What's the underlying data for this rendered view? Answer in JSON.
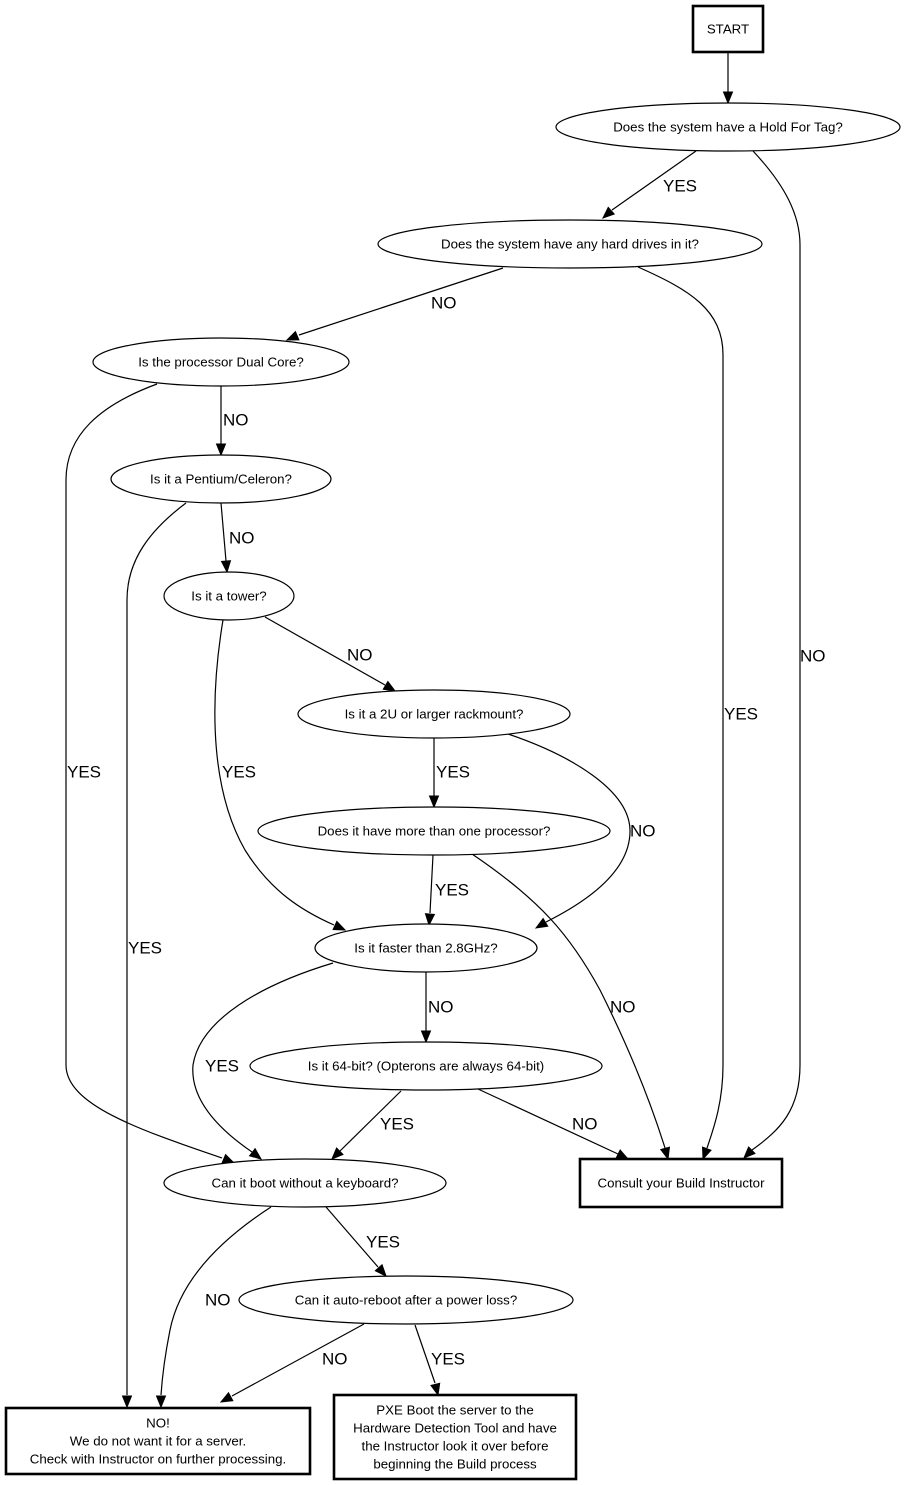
{
  "diagram": {
    "type": "flowchart",
    "nodes": [
      {
        "id": "start",
        "shape": "box",
        "lines": [
          "START"
        ]
      },
      {
        "id": "hold_for_tag",
        "shape": "ellipse",
        "lines": [
          "Does the system have a Hold For Tag?"
        ]
      },
      {
        "id": "hard_drives",
        "shape": "ellipse",
        "lines": [
          "Does the system have any hard drives in it?"
        ]
      },
      {
        "id": "dual_core",
        "shape": "ellipse",
        "lines": [
          "Is the processor Dual Core?"
        ]
      },
      {
        "id": "pentium",
        "shape": "ellipse",
        "lines": [
          "Is it a Pentium/Celeron?"
        ]
      },
      {
        "id": "tower",
        "shape": "ellipse",
        "lines": [
          "Is it a tower?"
        ]
      },
      {
        "id": "rackmount",
        "shape": "ellipse",
        "lines": [
          "Is it a 2U or larger rackmount?"
        ]
      },
      {
        "id": "multi_proc",
        "shape": "ellipse",
        "lines": [
          "Does it have more than one processor?"
        ]
      },
      {
        "id": "faster",
        "shape": "ellipse",
        "lines": [
          "Is it faster than 2.8GHz?"
        ]
      },
      {
        "id": "bit64",
        "shape": "ellipse",
        "lines": [
          "Is it 64-bit? (Opterons are always 64-bit)"
        ]
      },
      {
        "id": "keyboard",
        "shape": "ellipse",
        "lines": [
          "Can it boot without a keyboard?"
        ]
      },
      {
        "id": "consult",
        "shape": "box",
        "lines": [
          "Consult your Build Instructor"
        ]
      },
      {
        "id": "autoreboot",
        "shape": "ellipse",
        "lines": [
          "Can it auto-reboot after a power loss?"
        ]
      },
      {
        "id": "reject",
        "shape": "box",
        "lines": [
          "NO!",
          "We do not want it for a server.",
          "Check with Instructor on further processing."
        ]
      },
      {
        "id": "pxe",
        "shape": "box",
        "lines": [
          "PXE Boot the server to the",
          "Hardware Detection Tool and have",
          "the Instructor look it over before",
          "beginning the Build process"
        ]
      }
    ],
    "edges": [
      {
        "from": "start",
        "to": "hold_for_tag",
        "label": ""
      },
      {
        "from": "hold_for_tag",
        "to": "hard_drives",
        "label": "YES"
      },
      {
        "from": "hold_for_tag",
        "to": "consult",
        "label": "NO"
      },
      {
        "from": "hard_drives",
        "to": "dual_core",
        "label": "NO"
      },
      {
        "from": "hard_drives",
        "to": "consult",
        "label": "YES"
      },
      {
        "from": "dual_core",
        "to": "pentium",
        "label": "NO"
      },
      {
        "from": "dual_core",
        "to": "keyboard",
        "label": "YES"
      },
      {
        "from": "pentium",
        "to": "tower",
        "label": "NO"
      },
      {
        "from": "pentium",
        "to": "reject",
        "label": "YES"
      },
      {
        "from": "tower",
        "to": "rackmount",
        "label": "NO"
      },
      {
        "from": "tower",
        "to": "faster",
        "label": "YES"
      },
      {
        "from": "rackmount",
        "to": "multi_proc",
        "label": "YES"
      },
      {
        "from": "rackmount",
        "to": "faster",
        "label": "NO"
      },
      {
        "from": "multi_proc",
        "to": "faster",
        "label": "YES"
      },
      {
        "from": "multi_proc",
        "to": "consult",
        "label": "NO"
      },
      {
        "from": "faster",
        "to": "bit64",
        "label": "NO"
      },
      {
        "from": "faster",
        "to": "keyboard",
        "label": "YES"
      },
      {
        "from": "bit64",
        "to": "keyboard",
        "label": "YES"
      },
      {
        "from": "bit64",
        "to": "consult",
        "label": "NO"
      },
      {
        "from": "keyboard",
        "to": "autoreboot",
        "label": "YES"
      },
      {
        "from": "keyboard",
        "to": "reject",
        "label": "NO"
      },
      {
        "from": "autoreboot",
        "to": "reject",
        "label": "NO"
      },
      {
        "from": "autoreboot",
        "to": "pxe",
        "label": "YES"
      }
    ]
  }
}
